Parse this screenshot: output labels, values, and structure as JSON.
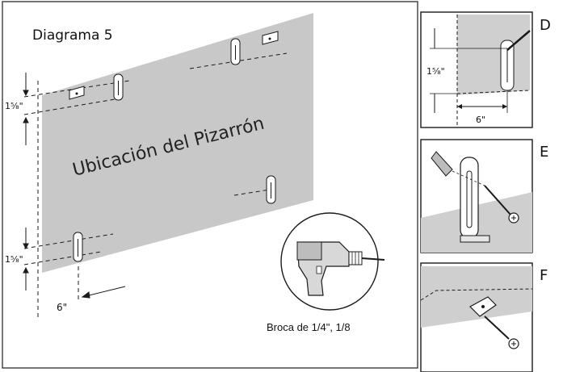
{
  "main": {
    "title": "Diagrama 5",
    "board_label": "Ubicación del Pizarrón",
    "dim_top_spacing": "1⁵⁄₈\"",
    "dim_bottom_spacing": "1⁵⁄₈\"",
    "dim_edge_offset": "6\"",
    "drill_caption": "Broca de 1/4\", 1/8"
  },
  "panels": {
    "d": {
      "letter": "D",
      "dim_vertical": "1⁵⁄₈\"",
      "dim_horizontal": "6\""
    },
    "e": {
      "letter": "E"
    },
    "f": {
      "letter": "F"
    }
  },
  "colors": {
    "board_gray": "#c8c8c8",
    "line": "#1a1a1a"
  }
}
